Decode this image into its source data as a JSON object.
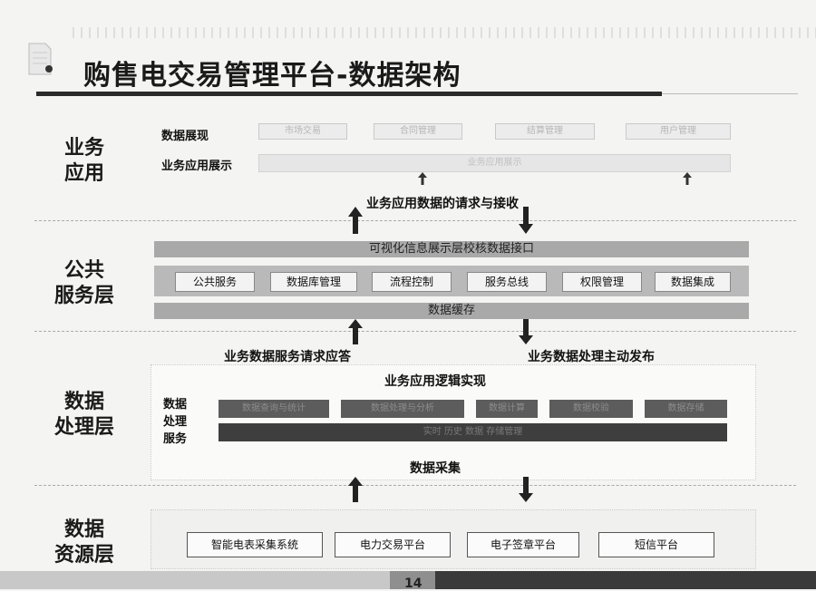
{
  "page": {
    "title": "购售电交易管理平台-数据架构",
    "page_number": "14"
  },
  "layers": {
    "business": {
      "label_line1": "业务",
      "label_line2": "应用",
      "row_display": "数据展现",
      "row_app": "业务应用展示",
      "display_boxes": [
        "市场交易",
        "合同管理",
        "结算管理",
        "用户管理"
      ],
      "app_bar": "业务应用展示"
    },
    "public": {
      "label_line1": "公共",
      "label_line2": "服务层",
      "top_bar": "可视化信息展示层校核数据接口",
      "services": [
        "公共服务",
        "数据库管理",
        "流程控制",
        "服务总线",
        "权限管理",
        "数据集成"
      ],
      "cache_bar": "数据缓存"
    },
    "processing": {
      "label_line1": "数据",
      "label_line2": "处理层",
      "side_label_1": "数据",
      "side_label_2": "处理",
      "side_label_3": "服务",
      "logic_title": "业务应用逻辑实现",
      "dark_boxes": [
        "数据查询与统计",
        "数据处理与分析",
        "数据计算",
        "数据校验",
        "数据存储"
      ],
      "dark_bar": "实时 历史 数据 存储管理"
    },
    "resource": {
      "label_line1": "数据",
      "label_line2": "资源层",
      "sources": [
        "智能电表采集系统",
        "电力交易平台",
        "电子签章平台",
        "短信平台"
      ]
    }
  },
  "flows": {
    "business_public": "业务应用数据的请求与接收",
    "public_processing_left": "业务数据服务请求应答",
    "public_processing_right": "业务数据处理主动发布",
    "processing_resource": "数据采集"
  }
}
